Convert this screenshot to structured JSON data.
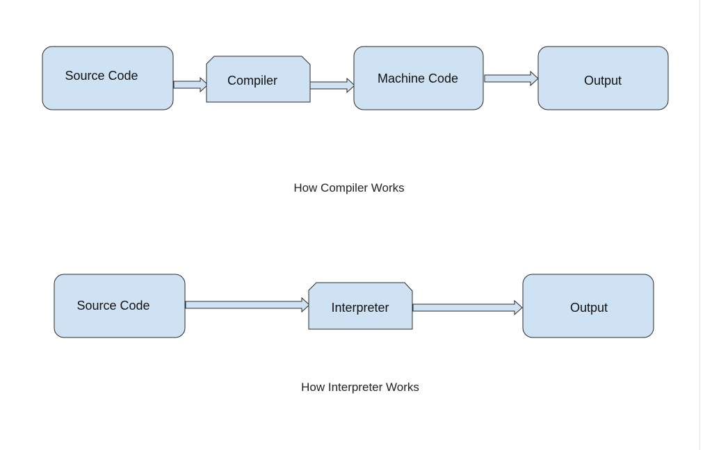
{
  "colors": {
    "node_fill": "#cfe2f3",
    "stroke": "#2a2a2a",
    "text": "#111111"
  },
  "diagrams": [
    {
      "nodes": [
        {
          "id": "source",
          "label": "Source Code",
          "shape": "rounded-rect"
        },
        {
          "id": "compiler",
          "label": "Compiler",
          "shape": "snipped-rect"
        },
        {
          "id": "machine",
          "label": "Machine Code",
          "shape": "rounded-rect"
        },
        {
          "id": "output",
          "label": "Output",
          "shape": "rounded-rect"
        }
      ],
      "edges": [
        {
          "from": "source",
          "to": "compiler"
        },
        {
          "from": "compiler",
          "to": "machine"
        },
        {
          "from": "machine",
          "to": "output"
        }
      ],
      "caption": "How Compiler Works"
    },
    {
      "nodes": [
        {
          "id": "source",
          "label": "Source Code",
          "shape": "rounded-rect"
        },
        {
          "id": "interpreter",
          "label": "Interpreter",
          "shape": "snipped-rect"
        },
        {
          "id": "output",
          "label": "Output",
          "shape": "rounded-rect"
        }
      ],
      "edges": [
        {
          "from": "source",
          "to": "interpreter"
        },
        {
          "from": "interpreter",
          "to": "output"
        }
      ],
      "caption": "How Interpreter Works"
    }
  ]
}
